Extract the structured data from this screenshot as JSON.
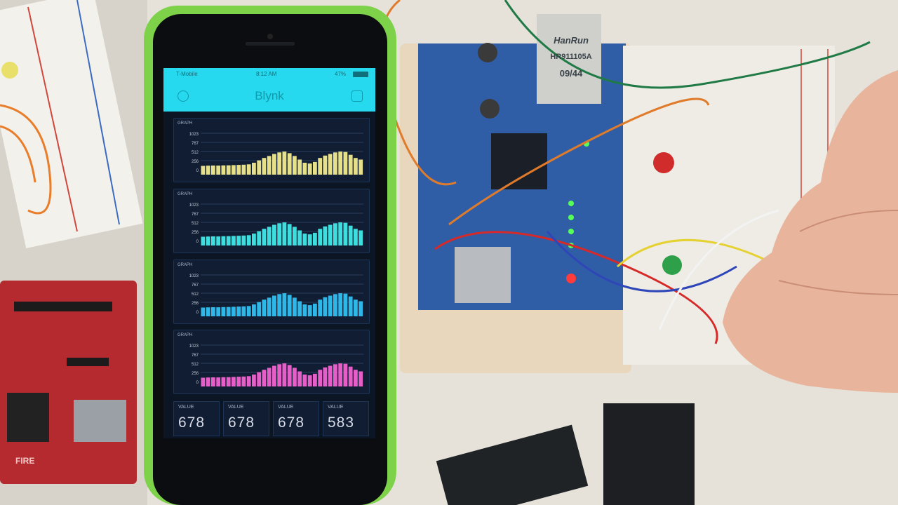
{
  "status": {
    "carrier": "T-Mobile",
    "time": "8:12 AM",
    "battery": "47%"
  },
  "app": {
    "title": "Blynk",
    "accent": "#27d9ee"
  },
  "graphs": [
    {
      "label": "GRAPH",
      "color": "#e6e08a",
      "ticks": [
        "1023",
        "767",
        "512",
        "256",
        "0"
      ]
    },
    {
      "label": "GRAPH",
      "color": "#3fdede",
      "ticks": [
        "1023",
        "767",
        "512",
        "256",
        "0"
      ]
    },
    {
      "label": "GRAPH",
      "color": "#2fb7e8",
      "ticks": [
        "1023",
        "767",
        "512",
        "256",
        "0"
      ]
    },
    {
      "label": "GRAPH",
      "color": "#e65ec8",
      "ticks": [
        "1023",
        "767",
        "512",
        "256",
        "0"
      ]
    }
  ],
  "graph_series": [
    220,
    225,
    230,
    228,
    232,
    235,
    240,
    245,
    250,
    260,
    300,
    360,
    420,
    470,
    520,
    560,
    580,
    540,
    470,
    380,
    300,
    280,
    320,
    420,
    480,
    520,
    560,
    580,
    570,
    500,
    420,
    380
  ],
  "values": [
    {
      "label": "VALUE",
      "value": "678"
    },
    {
      "label": "VALUE",
      "value": "678"
    },
    {
      "label": "VALUE",
      "value": "678"
    },
    {
      "label": "VALUE",
      "value": "583"
    }
  ],
  "ethernet_jack": {
    "brand": "HanRun",
    "model": "HR911105A",
    "code": "09/44"
  },
  "red_board_text": "FIRE"
}
